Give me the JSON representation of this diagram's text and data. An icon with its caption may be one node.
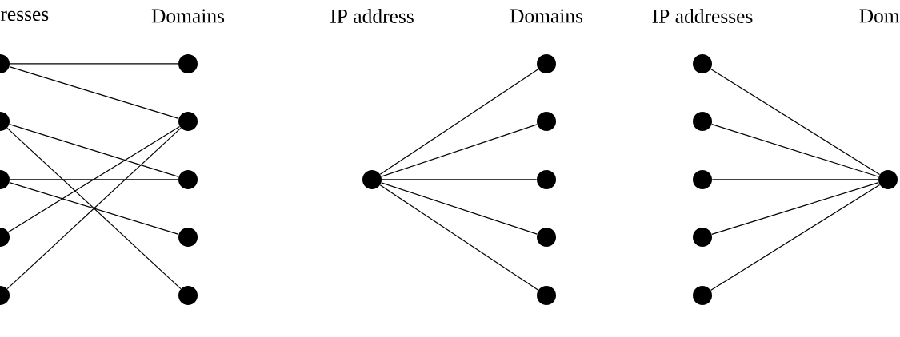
{
  "diagram": {
    "nodes": [
      {
        "text": [],
        "shape": "circle"
      },
      {
        "text": [],
        "shape": "circle"
      },
      {
        "text": [],
        "shape": "circle"
      },
      {
        "text": [],
        "shape": "circle"
      },
      {
        "text": [],
        "shape": "circle"
      },
      {
        "text": [],
        "shape": "circle"
      },
      {
        "text": [],
        "shape": "circle"
      },
      {
        "text": [],
        "shape": "circle"
      },
      {
        "text": [],
        "shape": "circle"
      },
      {
        "text": [],
        "shape": "circle"
      },
      {
        "text": [],
        "shape": "circle"
      },
      {
        "text": [],
        "shape": "circle"
      },
      {
        "text": [],
        "shape": "circle"
      },
      {
        "text": [],
        "shape": "circle"
      },
      {
        "text": [],
        "shape": "circle"
      },
      {
        "text": [],
        "shape": "circle"
      },
      {
        "text": [],
        "shape": "circle"
      },
      {
        "text": [],
        "shape": "circle"
      },
      {
        "text": [],
        "shape": "circle"
      },
      {
        "text": [],
        "shape": "circle"
      },
      {
        "text": [],
        "shape": "circle"
      },
      {
        "text": [],
        "shape": "circle"
      }
    ],
    "edges": [
      {
        "from": 0,
        "to": 5,
        "arrow": "none"
      },
      {
        "from": 0,
        "to": 6,
        "arrow": "none"
      },
      {
        "from": 1,
        "to": 7,
        "arrow": "none"
      },
      {
        "from": 1,
        "to": 9,
        "arrow": "none"
      },
      {
        "from": 2,
        "to": 7,
        "arrow": "none"
      },
      {
        "from": 2,
        "to": 8,
        "arrow": "none"
      },
      {
        "from": 3,
        "to": 6,
        "arrow": "none"
      },
      {
        "from": 4,
        "to": 6,
        "arrow": "none"
      },
      {
        "from": 10,
        "to": 11,
        "arrow": "none"
      },
      {
        "from": 10,
        "to": 12,
        "arrow": "none"
      },
      {
        "from": 10,
        "to": 13,
        "arrow": "none"
      },
      {
        "from": 10,
        "to": 14,
        "arrow": "none"
      },
      {
        "from": 10,
        "to": 15,
        "arrow": "none"
      },
      {
        "from": 16,
        "to": 21,
        "arrow": "none"
      },
      {
        "from": 17,
        "to": 21,
        "arrow": "none"
      },
      {
        "from": 18,
        "to": 21,
        "arrow": "none"
      },
      {
        "from": 19,
        "to": 21,
        "arrow": "none"
      },
      {
        "from": 20,
        "to": 21,
        "arrow": "none"
      }
    ],
    "labels": [
      "resses",
      "Domains",
      "IP address",
      "Domains",
      "IP addresses",
      "Dom"
    ]
  }
}
